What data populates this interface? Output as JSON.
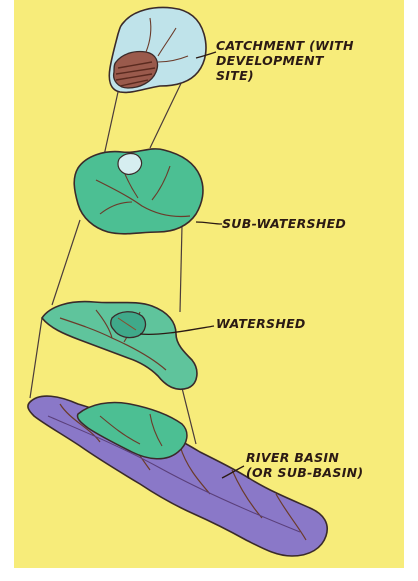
{
  "labels": {
    "catchment": {
      "line1": "CATCHMENT (WITH",
      "line2": "DEVELOPMENT",
      "line3": "SITE)"
    },
    "sub_watershed": "SUB-WATERSHED",
    "watershed": "WATERSHED",
    "river_basin": {
      "line1": "RIVER BASIN",
      "line2": "(OR SUB-BASIN)"
    }
  },
  "colors": {
    "paper": "#f7ec7a",
    "catchment_fill": "#bfe3ea",
    "development_site": "#9a5a4c",
    "sub_watershed_fill": "#4cbf93",
    "watershed_fill": "#5fc49c",
    "river_basin_fill": "#8a78c8",
    "outline": "#3a2a2a",
    "stream": "#6b3b2a"
  }
}
